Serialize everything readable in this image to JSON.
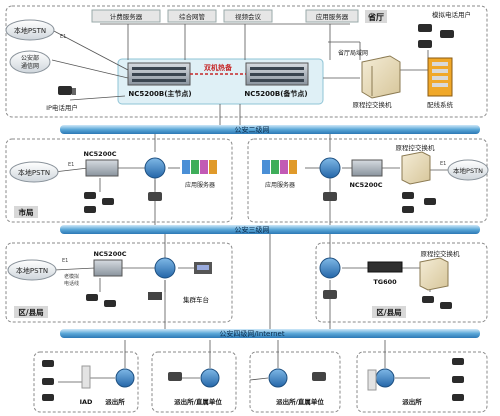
{
  "province": {
    "title": "省厅",
    "servers": [
      "计费服务器",
      "综合网管",
      "视频会议",
      "应用服务器"
    ],
    "node_main": "NC5200B(主节点)",
    "node_backup": "NC5200B(备节点)",
    "hot_standby": "双机热备",
    "lan": "省厅局域网",
    "pbx": "原程控交换机",
    "odf": "配线系统",
    "analog_users": "模拟电话用户",
    "ip_users": "IP电话用户",
    "pstn": "本地PSTN",
    "police_net": "公安部\n通信网",
    "e1": "E1"
  },
  "networks": {
    "level2": "公安二级网",
    "level3": "公安三级网",
    "level4": "公安四级网/Internet"
  },
  "city_left": {
    "title": "市局",
    "pstn": "本地PSTN",
    "device": "NC5200C",
    "app_server": "应用服务器",
    "e1": "E1"
  },
  "city_right": {
    "pbx": "原程控交换机",
    "device": "NC5200C",
    "app_server": "应用服务器",
    "pstn": "本地PSTN",
    "e1": "E1"
  },
  "county_left": {
    "title": "区/县局",
    "pstn": "本地PSTN",
    "device": "NC5200C",
    "analog_line": "老模拟\n电话线",
    "trunking": "集群车台",
    "e1": "E1"
  },
  "county_right": {
    "title": "区/县局",
    "pbx": "原程控交换机",
    "device": "TG600"
  },
  "stations": {
    "iad": "IAD",
    "station": "派出所",
    "station_direct": "派出所/直属单位",
    "station_direct2": "派出所/直属单位",
    "station_partial": "派出所"
  }
}
